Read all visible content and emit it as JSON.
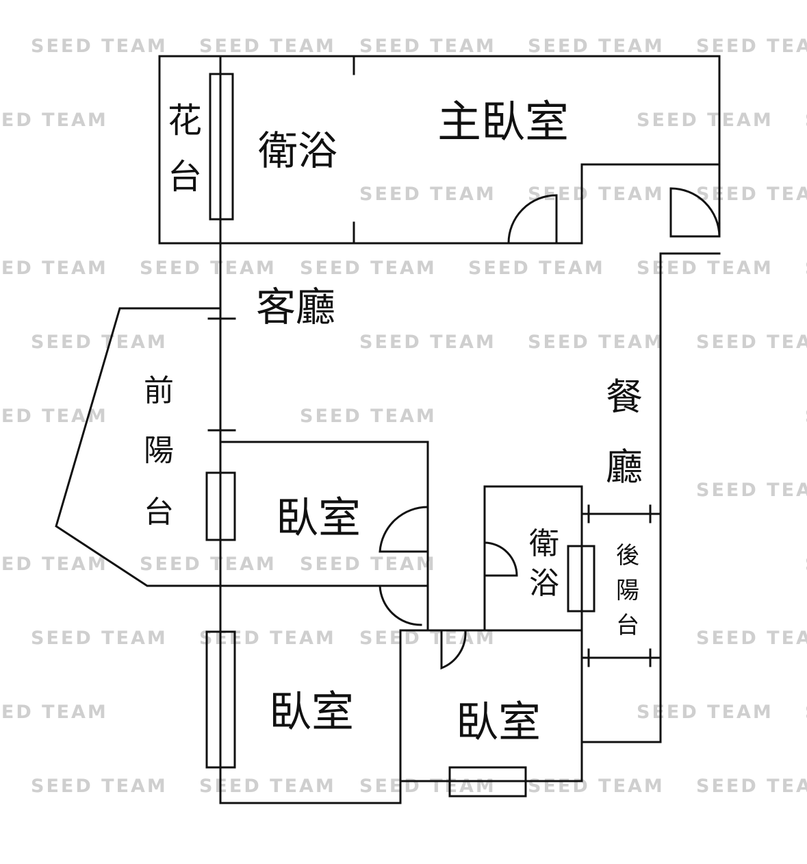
{
  "watermark": "SEED TEAM",
  "rooms": {
    "flower_bed": [
      "花",
      "台"
    ],
    "master_bath": "衛浴",
    "master_bedroom": "主臥室",
    "living_room": "客廳",
    "front_balcony": [
      "前",
      "陽",
      "台"
    ],
    "bedroom_middle": "臥室",
    "dining_room": [
      "餐",
      "廳"
    ],
    "bath": [
      "衛",
      "浴"
    ],
    "back_balcony": [
      "後",
      "陽",
      "台"
    ],
    "bedroom_bottom_left": "臥室",
    "bedroom_bottom_right": "臥室"
  }
}
